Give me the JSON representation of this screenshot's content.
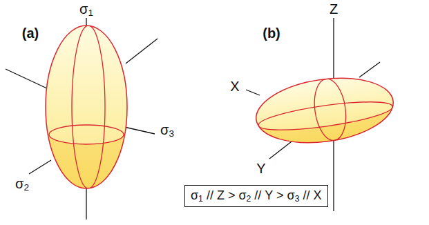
{
  "diagram": {
    "nodes": [
      {
        "text": [
          "σ1 // Z > σ2 // Y > σ3 // X"
        ]
      }
    ],
    "edges": [],
    "labels": [
      "(a)",
      "σ1",
      "σ2",
      "σ3",
      "(b)",
      "Z",
      "X",
      "Y"
    ]
  }
}
